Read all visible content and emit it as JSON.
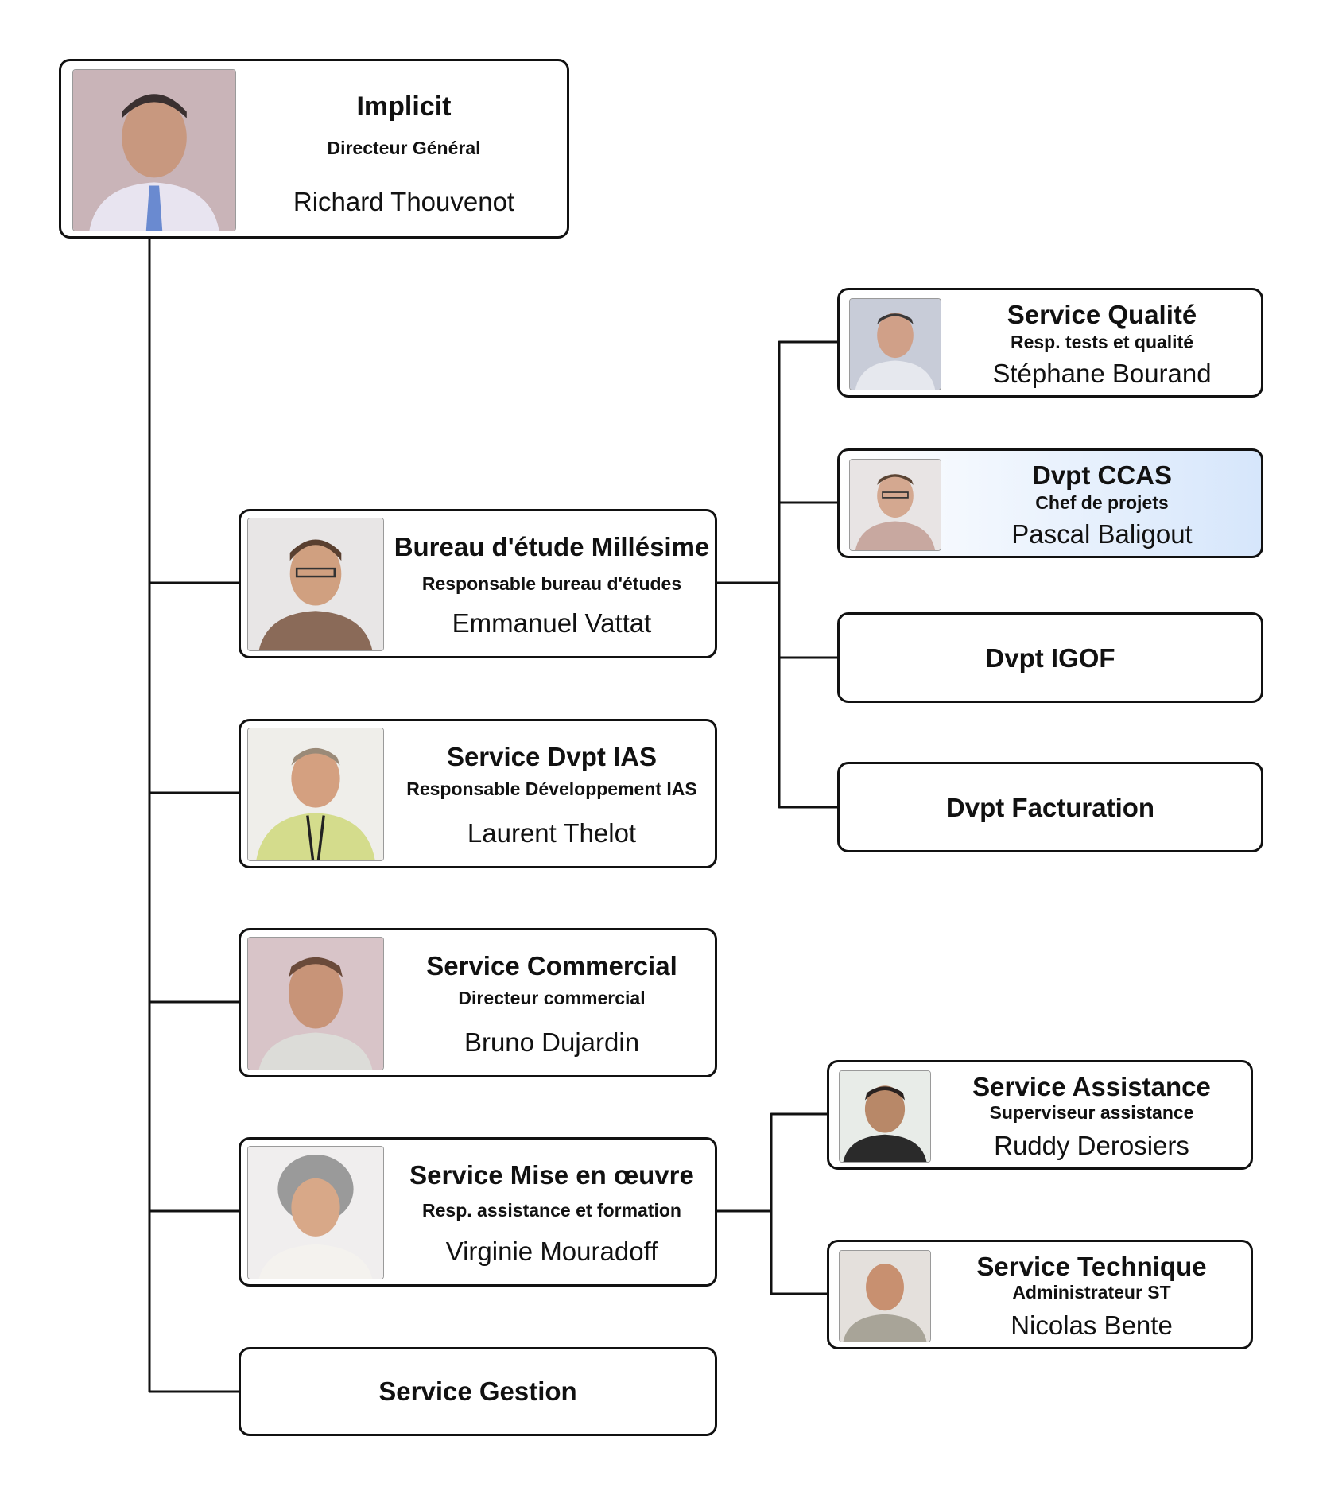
{
  "org": {
    "root": {
      "unit": "Implicit",
      "role": "Directeur Général",
      "person": "Richard Thouvenot"
    },
    "bureau": {
      "unit": "Bureau d'étude Millésime",
      "role": "Responsable bureau d'études",
      "person": "Emmanuel Vattat"
    },
    "ias": {
      "unit": "Service Dvpt IAS",
      "role": "Responsable Développement IAS",
      "person": "Laurent Thelot"
    },
    "commercial": {
      "unit": "Service Commercial",
      "role": "Directeur commercial",
      "person": "Bruno Dujardin"
    },
    "mise": {
      "unit": "Service Mise en œuvre",
      "role": "Resp. assistance et formation",
      "person": "Virginie Mouradoff"
    },
    "gestion": {
      "unit": "Service Gestion"
    },
    "qualite": {
      "unit": "Service Qualité",
      "role": "Resp. tests et qualité",
      "person": "Stéphane Bourand"
    },
    "ccas": {
      "unit": "Dvpt CCAS",
      "role": "Chef de projets",
      "person": "Pascal Baligout"
    },
    "igof": {
      "unit": "Dvpt IGOF"
    },
    "facturation": {
      "unit": "Dvpt Facturation"
    },
    "assistance": {
      "unit": "Service Assistance",
      "role": "Superviseur assistance",
      "person": "Ruddy Derosiers"
    },
    "technique": {
      "unit": "Service Technique",
      "role": "Administrateur ST",
      "person": "Nicolas Bente"
    }
  },
  "colors": {
    "line": "#111111",
    "highlight": "#d6e6fb"
  },
  "icons": [
    "person-photo"
  ]
}
